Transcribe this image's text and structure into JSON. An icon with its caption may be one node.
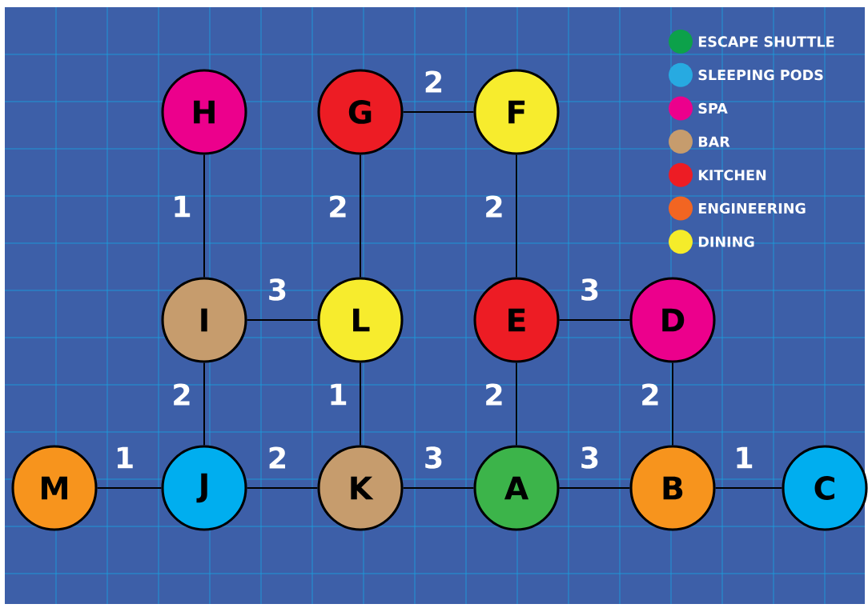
{
  "diagram": {
    "nodes": [
      {
        "text": [
          "H"
        ]
      },
      {
        "text": [
          "G"
        ]
      },
      {
        "text": [
          "F"
        ]
      },
      {
        "text": [
          "I"
        ]
      },
      {
        "text": [
          "L"
        ]
      },
      {
        "text": [
          "E"
        ]
      },
      {
        "text": [
          "D"
        ]
      },
      {
        "text": [
          "M"
        ]
      },
      {
        "text": [
          "J"
        ]
      },
      {
        "text": [
          "K"
        ]
      },
      {
        "text": [
          "A"
        ]
      },
      {
        "text": [
          "B"
        ]
      },
      {
        "text": [
          "C"
        ]
      }
    ],
    "edges": [
      {
        "from": 1,
        "to": 2,
        "arrow": "none",
        "label": "2"
      },
      {
        "from": 0,
        "to": 3,
        "arrow": "none",
        "label": "1"
      },
      {
        "from": 1,
        "to": 4,
        "arrow": "none",
        "label": "2"
      },
      {
        "from": 2,
        "to": 5,
        "arrow": "none",
        "label": "2"
      },
      {
        "from": 3,
        "to": 4,
        "arrow": "none",
        "label": "3"
      },
      {
        "from": 5,
        "to": 6,
        "arrow": "none",
        "label": "3"
      },
      {
        "from": 3,
        "to": 8,
        "arrow": "none",
        "label": "2"
      },
      {
        "from": 4,
        "to": 9,
        "arrow": "none",
        "label": "1"
      },
      {
        "from": 5,
        "to": 10,
        "arrow": "none",
        "label": "2"
      },
      {
        "from": 6,
        "to": 11,
        "arrow": "none",
        "label": "2"
      },
      {
        "from": 7,
        "to": 8,
        "arrow": "none",
        "label": "1"
      },
      {
        "from": 8,
        "to": 9,
        "arrow": "none",
        "label": "2"
      },
      {
        "from": 9,
        "to": 10,
        "arrow": "none",
        "label": "3"
      },
      {
        "from": 10,
        "to": 11,
        "arrow": "none",
        "label": "3"
      },
      {
        "from": 11,
        "to": 12,
        "arrow": "none",
        "label": "1"
      }
    ],
    "legend": [
      {
        "text": "ESCAPE SHUTTLE",
        "color": "#0ca14a"
      },
      {
        "text": "SLEEPING PODS",
        "color": "#27aae1"
      },
      {
        "text": "SPA",
        "color": "#ec008c"
      },
      {
        "text": "BAR",
        "color": "#c69c6d"
      },
      {
        "text": "KITCHEN",
        "color": "#ed1c24"
      },
      {
        "text": "ENGINEERING",
        "color": "#f26522"
      },
      {
        "text": "DINING",
        "color": "#f5ec2a"
      }
    ]
  }
}
